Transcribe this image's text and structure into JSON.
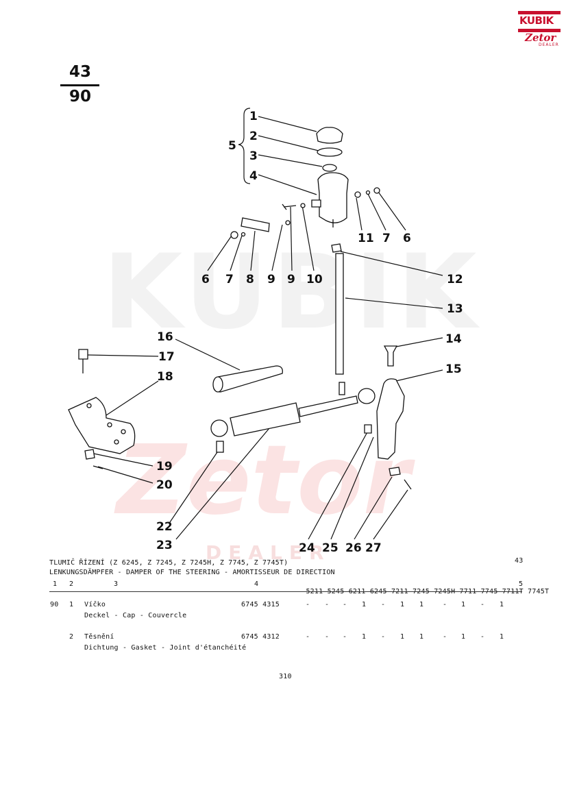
{
  "logo": {
    "brand": "KUBIK",
    "sub": "Zetor",
    "dealer": "DEALER"
  },
  "page_number": {
    "top": "43",
    "bottom": "90"
  },
  "watermark": {
    "text1": "KUBIK",
    "text2": "Zetor",
    "text3": "DEALER"
  },
  "callouts": [
    "1",
    "2",
    "3",
    "4",
    "5",
    "6",
    "7",
    "8",
    "9",
    "9",
    "10",
    "11",
    "7",
    "6",
    "12",
    "13",
    "14",
    "15",
    "16",
    "17",
    "18",
    "19",
    "20",
    "22",
    "23",
    "24",
    "25",
    "26",
    "27"
  ],
  "section": {
    "title": "TLUMIČ ŘÍZENÍ (Z 6245, Z 7245, Z 7245H, Z 7745, Z 7745T)",
    "subtitle": "LENKUNGSDÄMPFER - DAMPER OF THE STEERING - AMORTISSEUR DE DIRECTION",
    "section_no": "43",
    "col_headers": {
      "c1": "1",
      "c2": "2",
      "c3": "3",
      "c4": "4",
      "c5": "5"
    },
    "models": [
      "5211",
      "5245",
      "6211",
      "6245",
      "7211",
      "7245",
      "7245H",
      "7711",
      "7745",
      "7711T",
      "7745T"
    ],
    "rows": [
      {
        "group": "90",
        "pos": "1",
        "name_cs": "Víčko",
        "name_tr": "Deckel - Cap - Couvercle",
        "part": "6745 4315",
        "qty": [
          "-",
          "-",
          "-",
          "1",
          "-",
          "1",
          "1",
          "-",
          "1",
          "-",
          "1"
        ]
      },
      {
        "group": "",
        "pos": "2",
        "name_cs": "Těsnění",
        "name_tr": "Dichtung - Gasket - Joint d'étanchéité",
        "part": "6745 4312",
        "qty": [
          "-",
          "-",
          "-",
          "1",
          "-",
          "1",
          "1",
          "-",
          "1",
          "-",
          "1"
        ]
      }
    ]
  },
  "footer_page": "310"
}
